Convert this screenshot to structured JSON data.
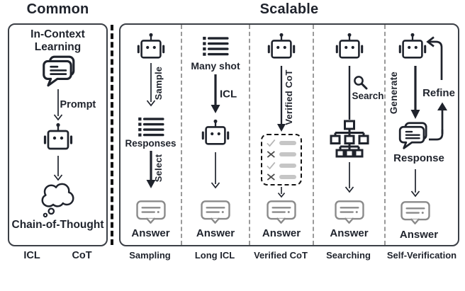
{
  "titles": {
    "common": "Common",
    "scalable": "Scalable"
  },
  "common": {
    "icl_box_title": "In-Context Learning",
    "prompt_label": "Prompt",
    "cot_box_title": "Chain-of-Thought",
    "footer_left": "ICL",
    "footer_right": "CoT"
  },
  "scalable": {
    "columns": [
      {
        "name": "Sampling",
        "arrow_label": "Sample",
        "item_label": "Responses",
        "arrow2_label": "Select",
        "answer_label": "Answer"
      },
      {
        "name": "Long ICL",
        "item_label": "Many shot",
        "arrow_label": "ICL",
        "answer_label": "Answer"
      },
      {
        "name": "Verified CoT",
        "arrow_label": "Verified CoT",
        "answer_label": "Answer"
      },
      {
        "name": "Searching",
        "arrow_label": "Search",
        "answer_label": "Answer"
      },
      {
        "name": "Self-Verification",
        "arrow_label": "Generate",
        "arrow2_label": "Refine",
        "item_label": "Response",
        "answer_label": "Answer"
      }
    ]
  },
  "colors": {
    "ink": "#1f232c",
    "answer_gray": "#8a8a8a",
    "bar_gray": "#c6c6c6",
    "check_gray": "#b5b5b5",
    "cross_dark": "#4a4a4a"
  },
  "icons": [
    "robot-icon",
    "chat-bubbles-icon",
    "list-icon",
    "thought-cloud-icon",
    "answer-bubble-icon",
    "search-icon",
    "search-tree-icon",
    "check-icon",
    "cross-icon",
    "down-arrow",
    "up-arrow",
    "hook-left-arrow"
  ]
}
